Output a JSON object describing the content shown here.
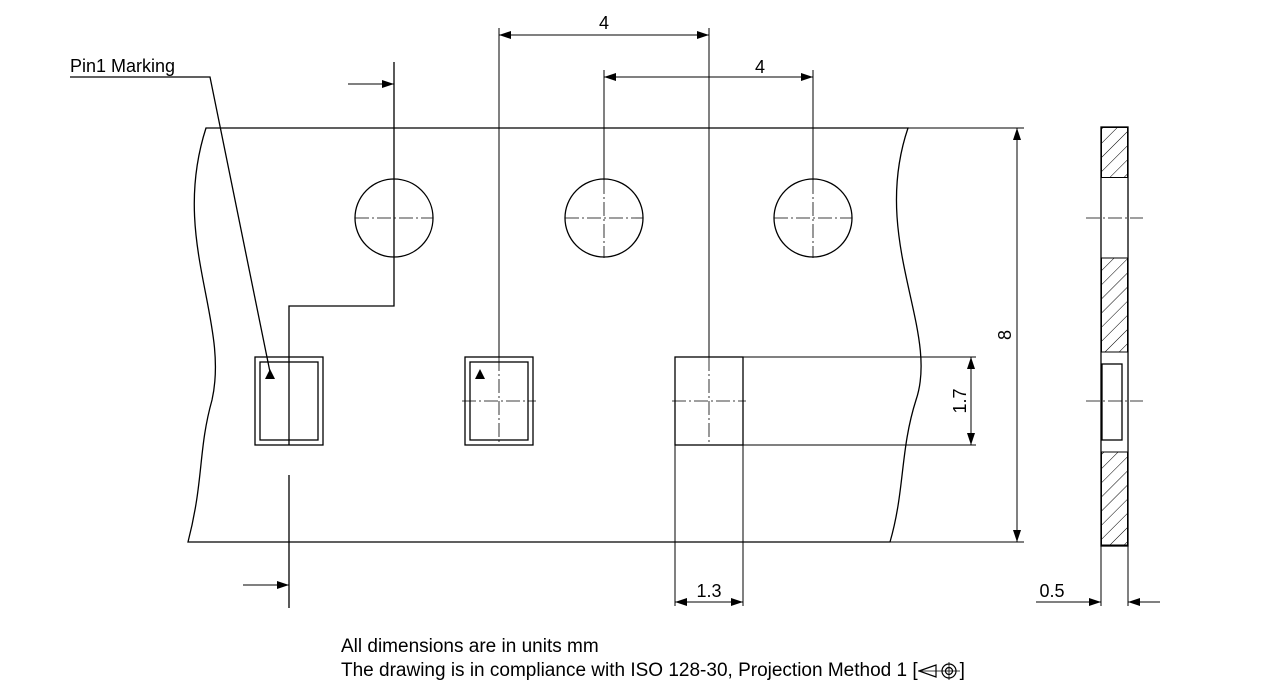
{
  "labels": {
    "pin1_marking": "Pin1 Marking",
    "pitch_top": "4",
    "pitch_second": "4",
    "tape_width": "8",
    "pocket_length": "1.7",
    "pocket_width": "1.3",
    "tape_thickness": "0.5"
  },
  "notes": {
    "units": "All dimensions are in units mm",
    "compliance": "The drawing is in compliance with ISO 128-30, Projection Method 1 [",
    "compliance_close": "]"
  },
  "icons": {
    "projection_symbol": "first-angle-projection-icon"
  }
}
